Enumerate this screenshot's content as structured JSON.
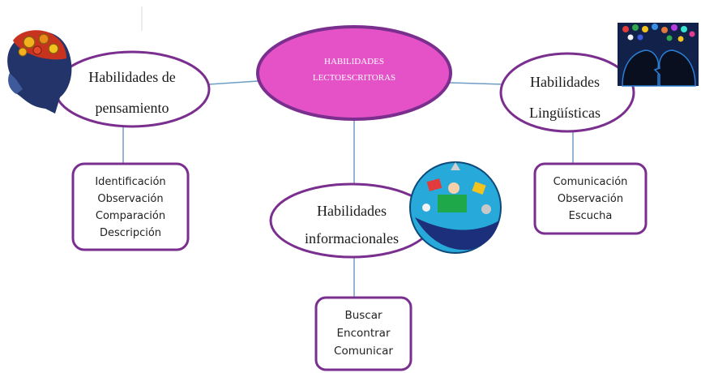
{
  "central": {
    "line1": "HABILIDADES",
    "line2": "LECTOESCRITORAS"
  },
  "nodes": {
    "pensamiento": {
      "line1": "Habilidades de",
      "line2": "pensamiento",
      "items": [
        "Identificación",
        "Observación",
        "Comparación",
        "Descripción"
      ]
    },
    "linguisticas": {
      "line1": "Habilidades",
      "line2": "Lingüísticas",
      "items": [
        "Comunicación",
        "Observación",
        "Escucha"
      ]
    },
    "informacionales": {
      "line1": "Habilidades",
      "line2": "informacionales",
      "items": [
        "Buscar",
        "Encontrar",
        "Comunicar"
      ]
    }
  },
  "colors": {
    "ellipse_border": "#7a2f8f",
    "central_fill": "#e552c8",
    "connector": "#6f9cc4",
    "box_border": "#7a2f8f"
  },
  "icons": [
    "brain-gears-icon",
    "social-media-heads-icon",
    "information-globe-icon"
  ]
}
